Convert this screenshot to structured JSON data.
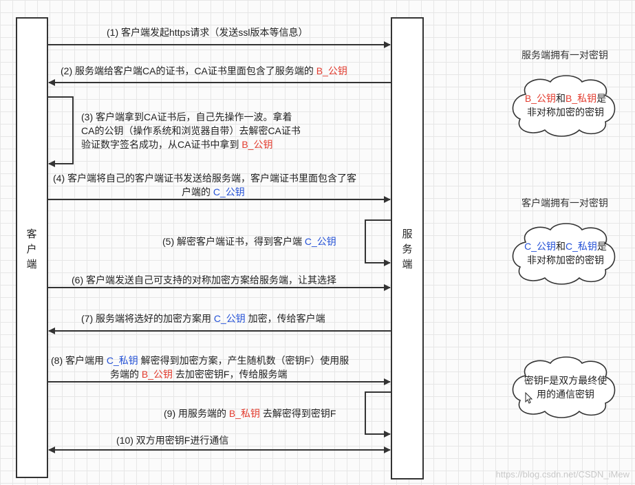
{
  "participants": {
    "client": "客户端",
    "server": "服务端"
  },
  "messages": {
    "m1": "(1) 客户端发起https请求（发送ssl版本等信息）",
    "m2_a": "(2) 服务端给客户端CA的证书，CA证书里面包含了服务端的 ",
    "m2_b": "B_公钥",
    "m3_l1": "(3) 客户端拿到CA证书后，自己先操作一波。拿着",
    "m3_l2": "CA的公钥（操作系统和浏览器自带）去解密CA证书",
    "m3_l3a": "验证数字签名成功，从CA证书中拿到 ",
    "m3_l3b": "B_公钥",
    "m4_l1": "(4) 客户端将自己的客户端证书发送给服务端，客户端证书里面包含了客",
    "m4_l2a": "户端的 ",
    "m4_l2b": "C_公钥",
    "m5_a": "(5) 解密客户端证书，得到客户端 ",
    "m5_b": "C_公钥",
    "m6": "(6) 客户端发送自己可支持的对称加密方案给服务端，让其选择",
    "m7_a": "(7) 服务端将选好的加密方案用 ",
    "m7_b": "C_公钥",
    "m7_c": " 加密，传给客户端",
    "m8_l1a": "(8) 客户端用 ",
    "m8_l1b": "C_私钥",
    "m8_l1c": " 解密得到加密方案，产生随机数（密钥F）使用服",
    "m8_l2a": "务端的 ",
    "m8_l2b": "B_公钥",
    "m8_l2c": " 去加密密钥F，传给服务端",
    "m9_a": "(9) 用服务端的 ",
    "m9_b": "B_私钥",
    "m9_c": " 去解密得到密钥F",
    "m10": "(10) 双方用密钥F进行通信"
  },
  "notes": {
    "server_keys_title": "服务端拥有一对密钥",
    "cloud1_a": "B_公钥",
    "cloud1_b": "和",
    "cloud1_c": "B_私钥",
    "cloud1_d": "是",
    "cloud1_l2": "非对称加密的密钥",
    "client_keys_title": "客户端拥有一对密钥",
    "cloud2_a": "C_公钥",
    "cloud2_b": "和",
    "cloud2_c": "C_私钥",
    "cloud2_d": "是",
    "cloud2_l2": "非对称加密的密钥",
    "cloud3_l1": "密钥F是双方最终使",
    "cloud3_l2": "用的通信密钥"
  },
  "watermark": "https://blog.csdn.net/CSDN_iMew",
  "colors": {
    "highlight_red": "#e23b2e",
    "highlight_blue": "#2451d6",
    "line": "#333333"
  }
}
